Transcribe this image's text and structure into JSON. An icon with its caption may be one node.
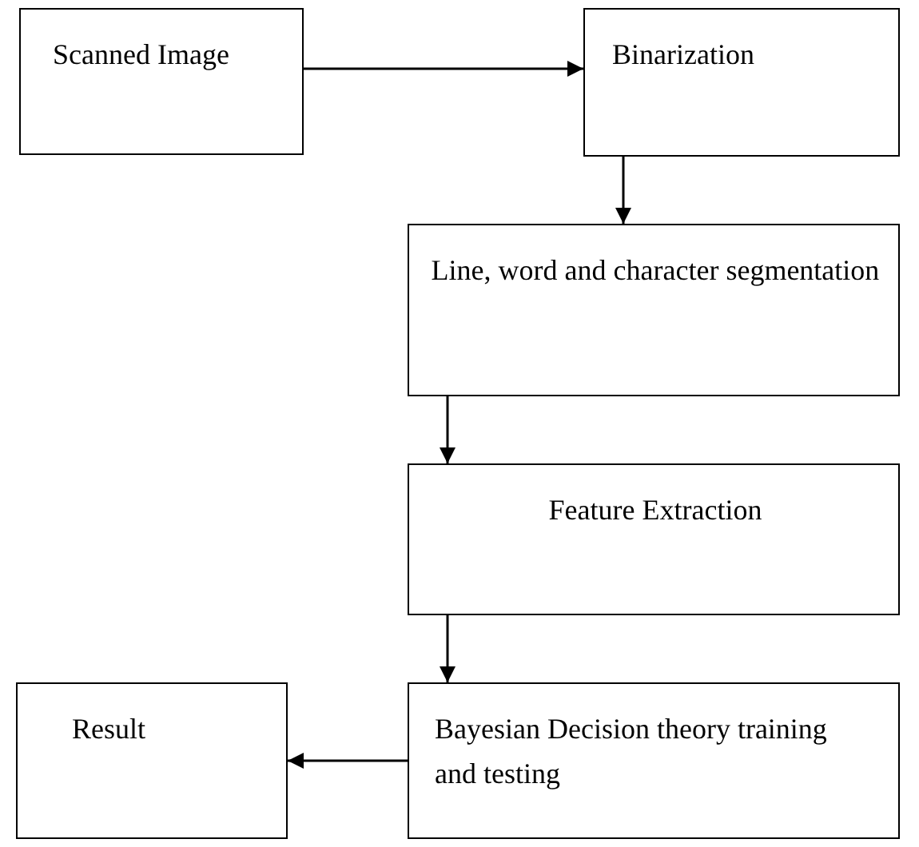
{
  "diagram": {
    "nodes": [
      {
        "text": [
          "Scanned Image"
        ]
      },
      {
        "text": [
          "Binarization"
        ]
      },
      {
        "text": [
          "Line, word and character segmentation"
        ]
      },
      {
        "text": [
          "Feature Extraction"
        ]
      },
      {
        "text": [
          "Bayesian Decision theory training and testing"
        ]
      },
      {
        "text": [
          "Result"
        ]
      }
    ],
    "edges": [
      {
        "from": 0,
        "to": 1,
        "arrow": "to"
      },
      {
        "from": 1,
        "to": 2,
        "arrow": "to"
      },
      {
        "from": 2,
        "to": 3,
        "arrow": "to"
      },
      {
        "from": 3,
        "to": 4,
        "arrow": "to"
      },
      {
        "from": 4,
        "to": 5,
        "arrow": "to"
      }
    ]
  }
}
